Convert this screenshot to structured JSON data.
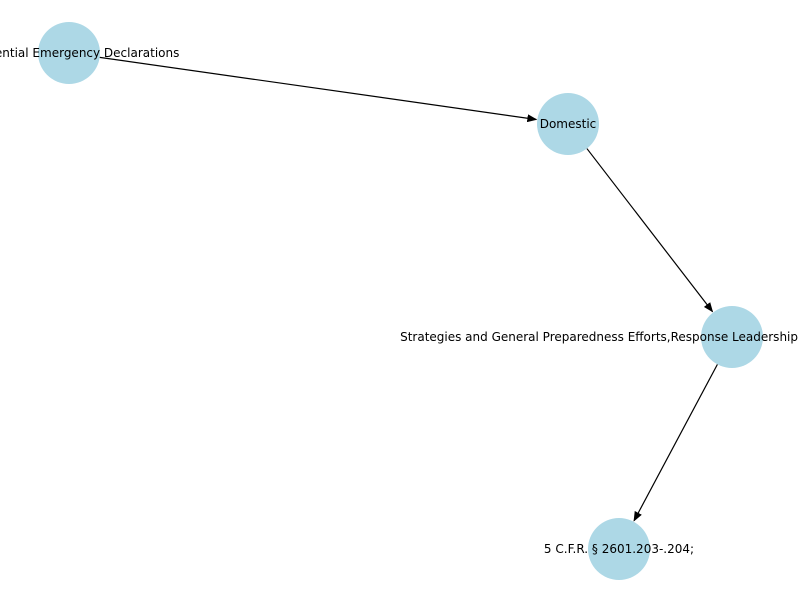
{
  "diagram": {
    "nodes": [
      {
        "id": "n1",
        "label": "Presidential Emergency Declarations"
      },
      {
        "id": "n2",
        "label": "Domestic"
      },
      {
        "id": "n3",
        "label": "Strategies and General Preparedness Efforts,Response Leadership"
      },
      {
        "id": "n4",
        "label": "5 C.F.R. § 2601.203-.204;"
      }
    ],
    "edges": [
      {
        "from": "n1",
        "to": "n2"
      },
      {
        "from": "n2",
        "to": "n3"
      },
      {
        "from": "n3",
        "to": "n4"
      }
    ]
  },
  "colors": {
    "node_fill": "#add8e6",
    "edge": "#000000",
    "label": "#000000",
    "background": "#ffffff"
  }
}
